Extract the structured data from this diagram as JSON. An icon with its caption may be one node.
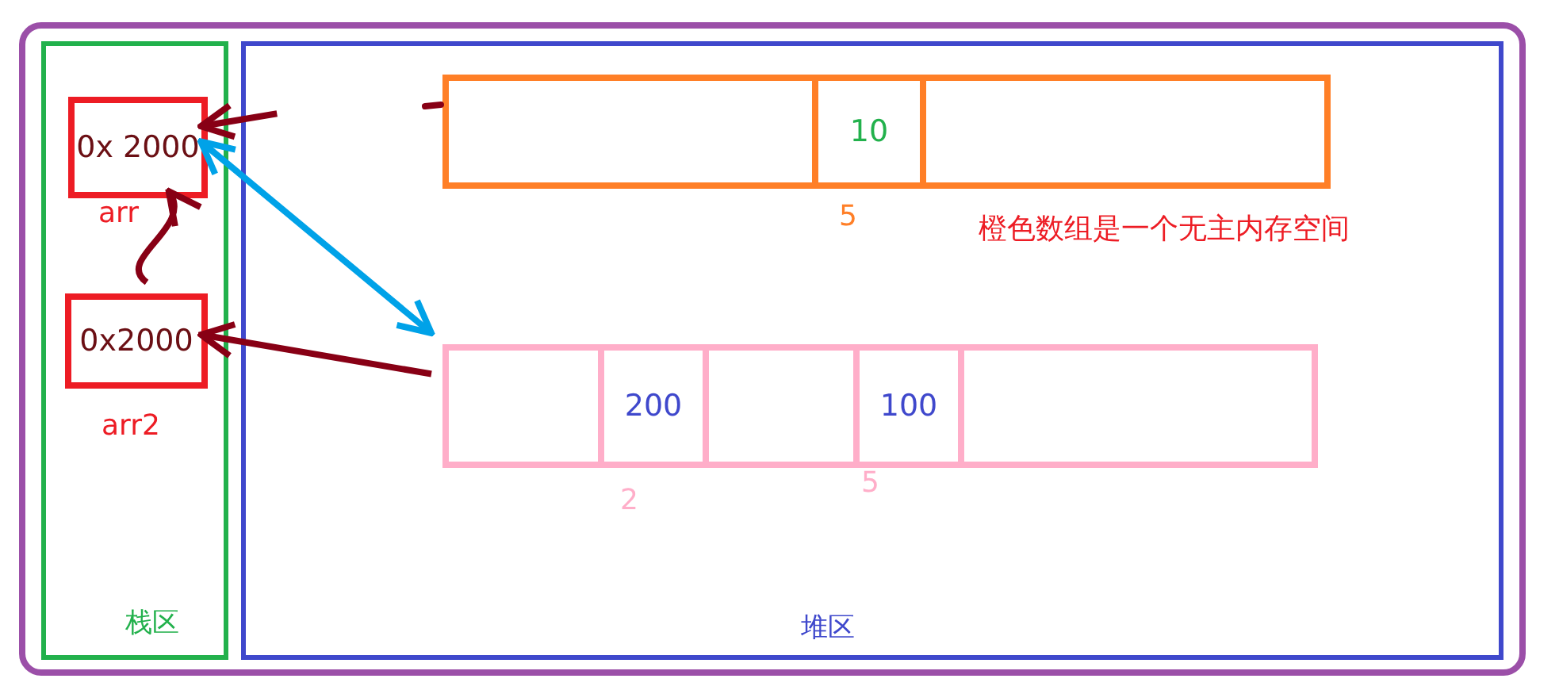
{
  "diagram": {
    "nodes": [
      {
        "text": [],
        "shape": "box"
      },
      {
        "text": [
          "栈区"
        ],
        "in": 0
      },
      {
        "text": [
          "堆区"
        ],
        "in": 0
      },
      {
        "text": [
          "0x 2000"
        ],
        "beside": [
          "arr"
        ],
        "in": 1
      },
      {
        "text": [
          "0x2000"
        ],
        "beside": [
          "arr2"
        ],
        "in": 1
      },
      {
        "text": [],
        "shape": "box",
        "in": 2
      },
      {
        "text": [],
        "shape": "box",
        "in": 5
      },
      {
        "text": [
          "10"
        ],
        "in": 5
      },
      {
        "text": [],
        "shape": "box",
        "in": 5
      },
      {
        "text": [],
        "shape": "box",
        "in": 2
      },
      {
        "text": [],
        "shape": "box",
        "in": 9
      },
      {
        "text": [
          "200"
        ],
        "in": 9
      },
      {
        "text": [],
        "shape": "box",
        "in": 9
      },
      {
        "text": [
          "100"
        ],
        "in": 9
      },
      {
        "text": [],
        "shape": "box",
        "in": 9
      }
    ],
    "edges": [
      {
        "from": null,
        "to": 3,
        "arrow": "to"
      },
      {
        "from": 3,
        "to": 9,
        "arrow": "both",
        "color": "#00a2e8"
      },
      {
        "from": 4,
        "to": 3,
        "arrow": "to"
      },
      {
        "from": 9,
        "to": 4,
        "arrow": "to"
      }
    ],
    "labels": [
      "5",
      "橙色数组是一个无主内存空间",
      "5",
      "2"
    ]
  }
}
